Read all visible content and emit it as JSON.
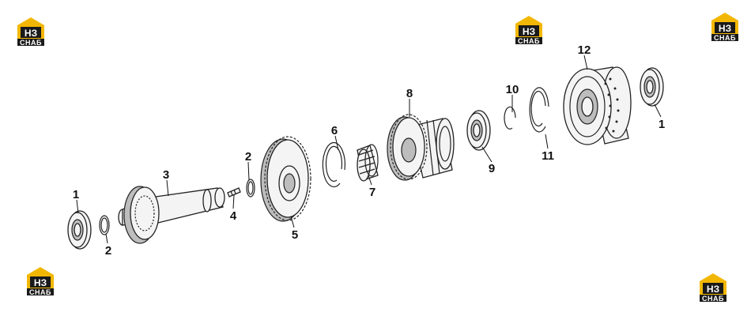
{
  "logo": {
    "mark": "НЗ",
    "text": "СНАБ",
    "accent": "#f2b705",
    "dark": "#1a1a1a"
  },
  "callouts": {
    "c1a": "1",
    "c2a": "2",
    "c3": "3",
    "c4": "4",
    "c2b": "2",
    "c5": "5",
    "c6": "6",
    "c7": "7",
    "c8": "8",
    "c9": "9",
    "c10": "10",
    "c11": "11",
    "c12": "12",
    "c1b": "1"
  }
}
